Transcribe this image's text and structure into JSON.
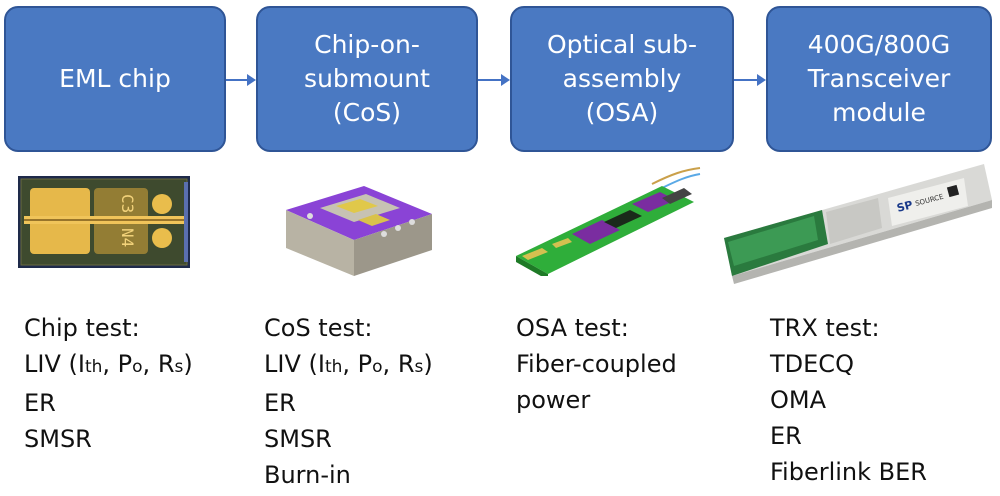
{
  "stages": [
    {
      "label": "EML chip"
    },
    {
      "label": "Chip-on-\nsubmount\n(CoS)"
    },
    {
      "label": "Optical sub-\nassembly\n(OSA)"
    },
    {
      "label": "400G/800G\nTransceiver\nmodule"
    }
  ],
  "tests": {
    "chip": {
      "title": "Chip test:",
      "liv_prefix": "LIV (",
      "ith_main": "I",
      "ith_sub": "th",
      "sep1": ", ",
      "po_main": "P",
      "po_sub": "o",
      "sep2": ", ",
      "rs_main": "R",
      "rs_sub": "s",
      "liv_suffix": ")",
      "items": [
        "ER",
        "SMSR"
      ]
    },
    "cos": {
      "title": "CoS test:",
      "liv_prefix": "LIV (",
      "ith_main": "I",
      "ith_sub": "th",
      "sep1": ", ",
      "po_main": "P",
      "po_sub": "o",
      "sep2": ", ",
      "rs_main": "R",
      "rs_sub": "s",
      "liv_suffix": ")",
      "items": [
        "ER",
        "SMSR",
        "Burn-in"
      ]
    },
    "osa": {
      "title": "OSA test:",
      "items": [
        "Fiber-coupled",
        "power"
      ]
    },
    "trx": {
      "title": "TRX test:",
      "items": [
        "TDECQ",
        "OMA",
        "ER",
        "Fiberlink BER"
      ]
    }
  },
  "module_label": {
    "brand": "SP",
    "brand_text": "SOURCE"
  },
  "chip_label": {
    "text1": "C3",
    "text2": "N4"
  },
  "colors": {
    "box_fill": "#4a79c2",
    "box_border": "#2f5596",
    "arrow": "#4472c4"
  }
}
